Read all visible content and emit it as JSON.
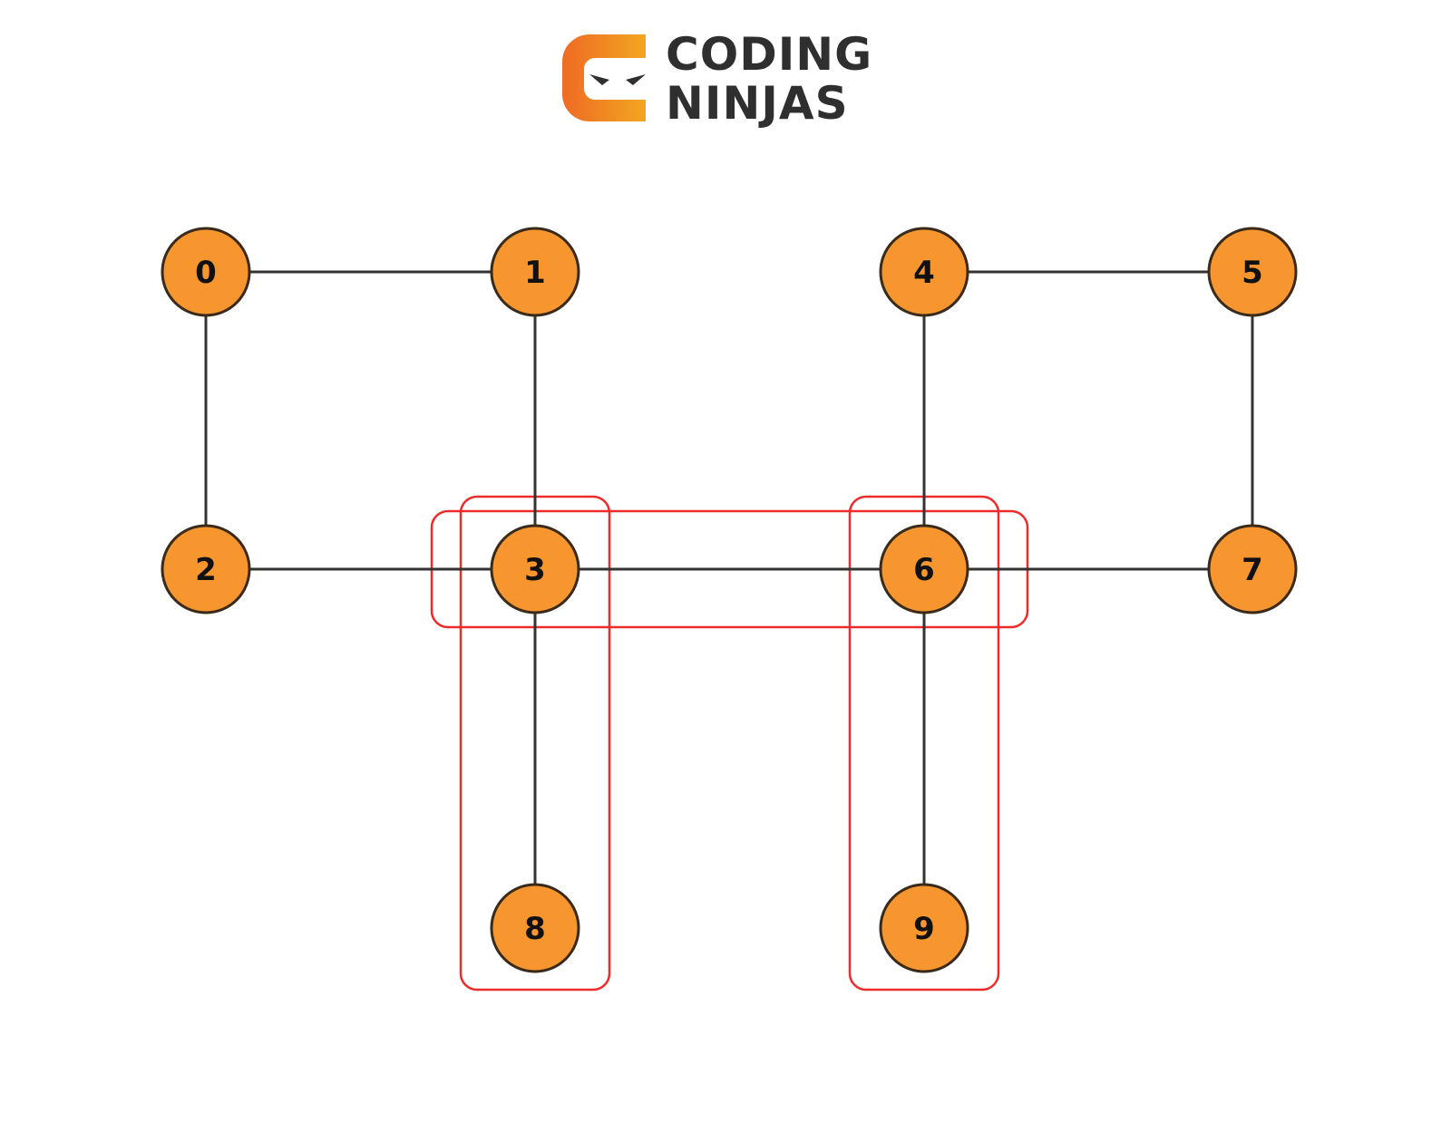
{
  "logo": {
    "line1": "CODING",
    "line2": "NINJAS"
  },
  "colors": {
    "node_fill": "#F7962F",
    "node_stroke": "#3a2a1a",
    "edge": "#333333",
    "highlight": "#EE2B2B",
    "logo_orange": "#EF6A24",
    "logo_text": "#2f2f2f"
  },
  "graph": {
    "nodes": [
      {
        "id": "0",
        "label": "0"
      },
      {
        "id": "1",
        "label": "1"
      },
      {
        "id": "2",
        "label": "2"
      },
      {
        "id": "3",
        "label": "3"
      },
      {
        "id": "4",
        "label": "4"
      },
      {
        "id": "5",
        "label": "5"
      },
      {
        "id": "6",
        "label": "6"
      },
      {
        "id": "7",
        "label": "7"
      },
      {
        "id": "8",
        "label": "8"
      },
      {
        "id": "9",
        "label": "9"
      }
    ],
    "edges": [
      [
        "0",
        "1"
      ],
      [
        "0",
        "2"
      ],
      [
        "1",
        "3"
      ],
      [
        "2",
        "3"
      ],
      [
        "3",
        "6"
      ],
      [
        "3",
        "8"
      ],
      [
        "4",
        "5"
      ],
      [
        "4",
        "6"
      ],
      [
        "5",
        "7"
      ],
      [
        "6",
        "7"
      ],
      [
        "6",
        "9"
      ]
    ],
    "highlighted_groups": [
      [
        "3",
        "6"
      ],
      [
        "3",
        "8"
      ],
      [
        "6",
        "9"
      ]
    ]
  }
}
